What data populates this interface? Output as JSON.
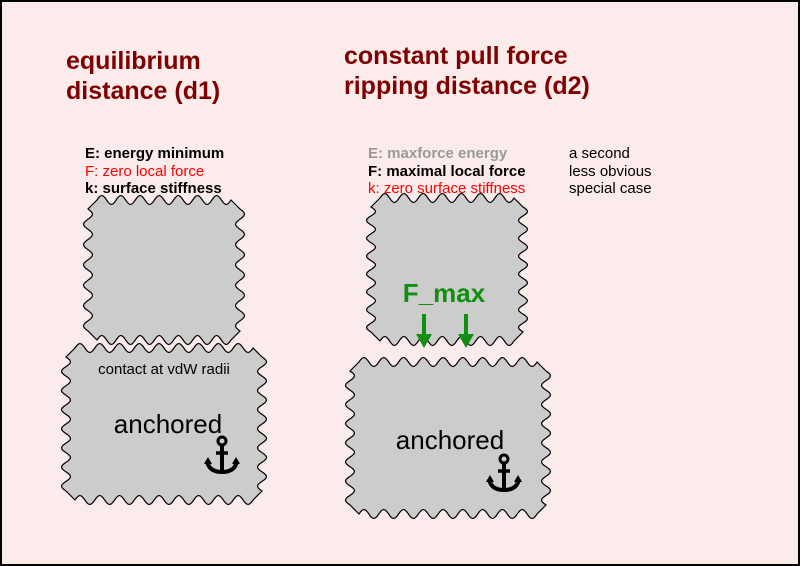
{
  "colors": {
    "background": "#fcebeb",
    "border": "#000000",
    "heading": "#7f0000",
    "block_fill": "#cccccc",
    "block_stroke": "#000000",
    "red_text": "#ff0000",
    "grey_text": "#999999",
    "force_green": "#109010"
  },
  "left": {
    "heading_line1": "equilibrium",
    "heading_line2": "distance (d1)",
    "legend": [
      {
        "text": "E: energy minimum",
        "style": "bold"
      },
      {
        "text": "F: zero local force",
        "style": "red"
      },
      {
        "text": "k: surface stiffness",
        "style": "bold"
      }
    ],
    "contact_label": "contact at vdW radii",
    "anchored_label": "anchored",
    "anchor_icon": "anchor-icon"
  },
  "right": {
    "heading_line1": "constant pull force",
    "heading_line2": "ripping distance (d2)",
    "legend": [
      {
        "text": "E: maxforce energy",
        "style": "grey-bold",
        "note": "a second"
      },
      {
        "text": "F: maximal local force",
        "style": "bold",
        "note": "less obvious"
      },
      {
        "text": "k: zero surface stiffness",
        "style": "red",
        "note": "special case"
      }
    ],
    "force_label": "F_max",
    "force_icon": "down-arrow-icon",
    "anchored_label": "anchored",
    "anchor_icon": "anchor-icon"
  }
}
